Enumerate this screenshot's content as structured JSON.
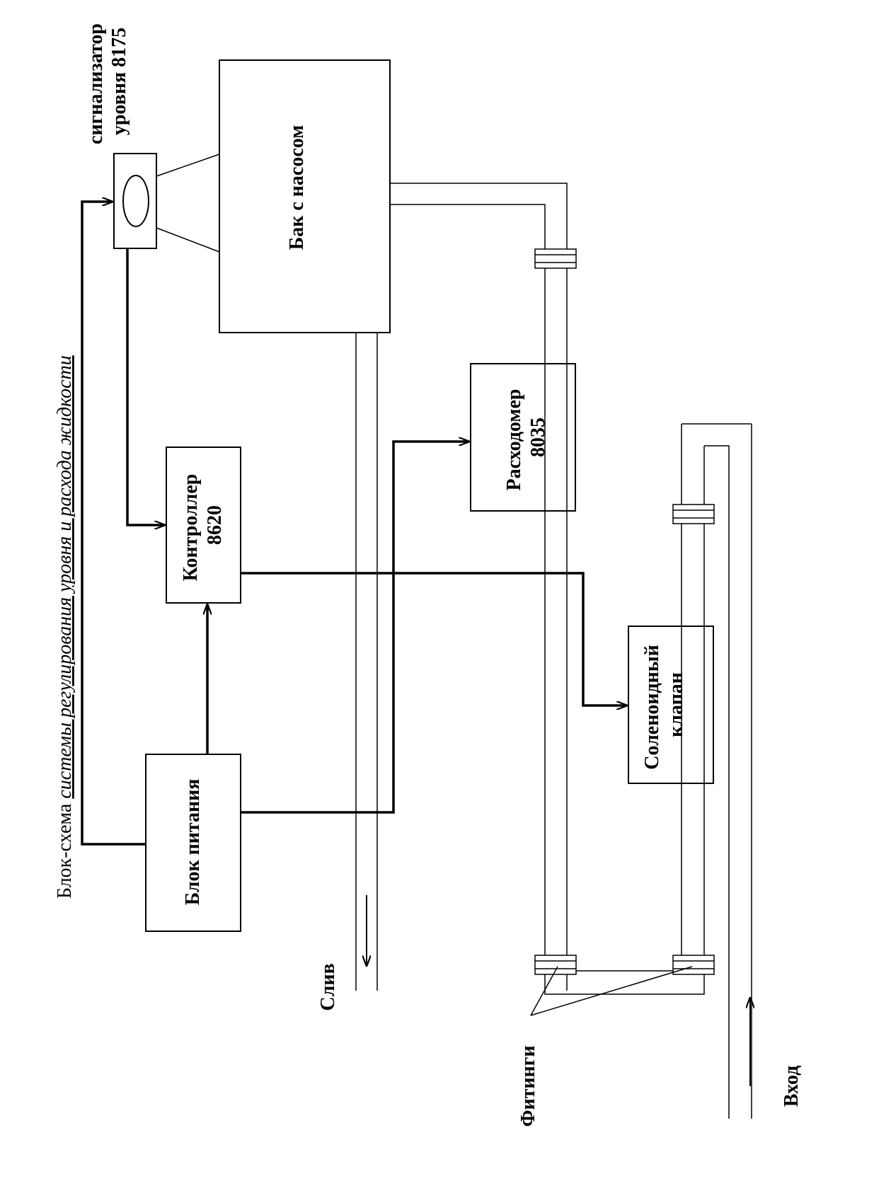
{
  "title": {
    "prefix": "Блок-схема ",
    "underlined": "системы регулирования уровня и расхода жидкости"
  },
  "blocks": {
    "sensor": {
      "line1": "сигнализатор",
      "line2": "уровня  8175"
    },
    "tank": {
      "label": "Бак с  насосом"
    },
    "controller": {
      "line1": "Контроллер",
      "line2": "8620"
    },
    "flowmeter": {
      "line1": "Расходомер",
      "line2": "8035"
    },
    "power": {
      "label": "Блок питания"
    },
    "valve": {
      "line1": "Соленоидный",
      "line2": "клапан"
    }
  },
  "labels": {
    "drain": "Слив",
    "fittings": "Фитинги",
    "inlet": "Вход"
  },
  "colors": {
    "stroke": "#000000",
    "background": "#ffffff"
  }
}
